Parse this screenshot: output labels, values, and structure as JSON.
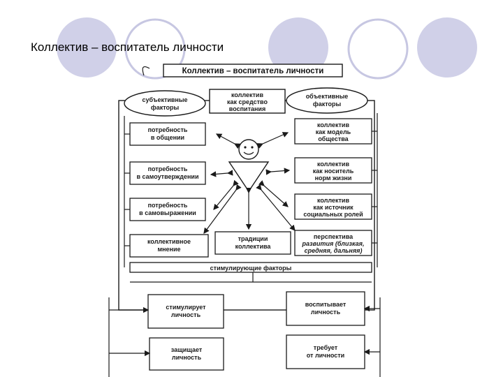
{
  "slide": {
    "title": "Коллектив – воспитатель личности"
  },
  "diagram": {
    "header": "Коллектив – воспитатель личности",
    "subjective_factors": [
      "субъективные",
      "факторы"
    ],
    "collective_means": [
      "коллектив",
      "как средство",
      "воспитания"
    ],
    "objective_factors": [
      "объективные",
      "факторы"
    ],
    "left_boxes": [
      [
        "потребность",
        "в общении"
      ],
      [
        "потребность",
        "в самоутверждении"
      ],
      [
        "потребность",
        "в самовыражении"
      ],
      [
        "коллективное",
        "мнение"
      ]
    ],
    "right_boxes": [
      [
        "коллектив",
        "как модель",
        "общества"
      ],
      [
        "коллектив",
        "как носитель",
        "норм жизни"
      ],
      [
        "коллектив",
        "как источник",
        "социальных ролей"
      ],
      [
        "перспектива",
        "развития (близкая,",
        "средняя, дальняя)"
      ]
    ],
    "traditions": [
      "традиции",
      "коллектива"
    ],
    "stimulating_bar": "стимулирующие факторы",
    "outputs": {
      "stimulates": [
        "стимулирует",
        "личность"
      ],
      "educates": [
        "воспитывает",
        "личность"
      ],
      "protects": [
        "защищает",
        "личность"
      ],
      "demands": [
        "требует",
        "от личности"
      ]
    }
  },
  "colors": {
    "circle_fill": "#d0d0e8",
    "circle_ring": "#c7c7e2",
    "ink": "#1a1a1a"
  }
}
